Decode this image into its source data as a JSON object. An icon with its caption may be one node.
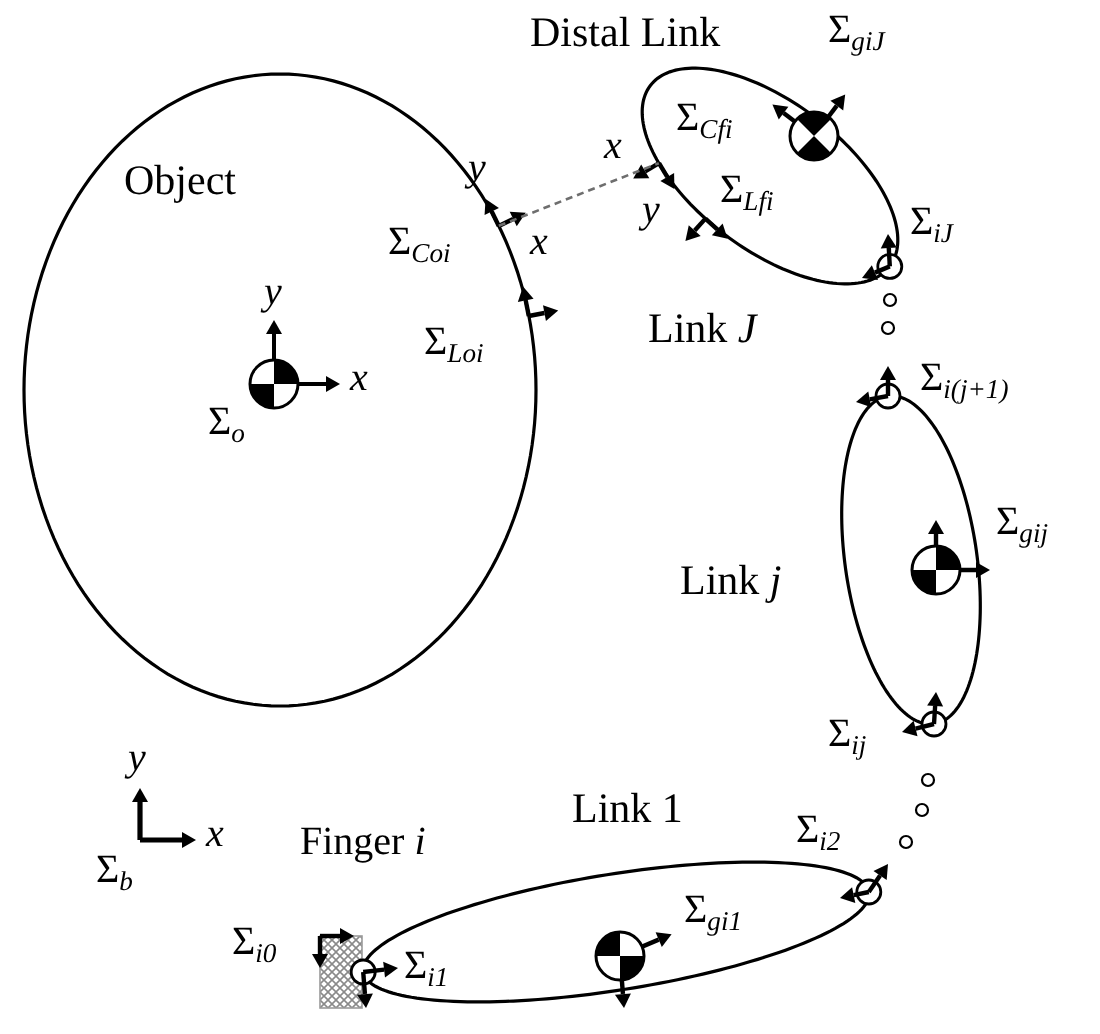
{
  "diagram": {
    "nodes": [
      {
        "text": [
          "Object"
        ]
      },
      {
        "text": [
          "Distal Link",
          "Link *J*"
        ]
      },
      {
        "text": [
          "Link *j*"
        ]
      },
      {
        "text": [
          "Link 1"
        ]
      }
    ],
    "edges": [
      {
        "from": 0,
        "to": 1,
        "arrow": "none",
        "style": "dashed"
      }
    ],
    "labels": [
      "Σ$_{giJ}$",
      "Σ$_{Cfi}$",
      "x",
      "y",
      "Σ$_{Lfi}$",
      "y",
      "Σ$_{iJ}$",
      "Σ$_{Coi}$",
      "x",
      "y",
      "Σ$_{Loi}$",
      "x",
      "Σ$_{i(j+1)}$",
      "Σ$_{o}$",
      "Σ$_{gij}$",
      "Σ$_{ij}$",
      "y",
      "Σ$_{i2}$",
      "x",
      "Finger *i*",
      "Σ$_{b}$",
      "Σ$_{gi1}$",
      "Σ$_{i0}$",
      "Σ$_{i1}$"
    ]
  }
}
